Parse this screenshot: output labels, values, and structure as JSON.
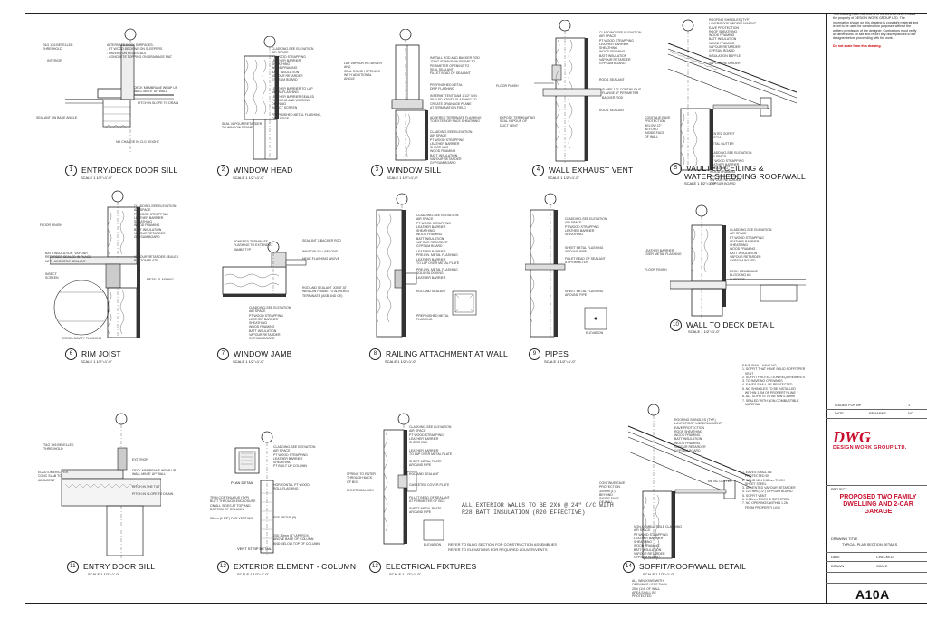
{
  "sheet": {
    "number": "A10A",
    "drawing_title": "TYPICAL PLAN SECTION DETAILS",
    "drawing_label": "DRAWING TITLE"
  },
  "details": [
    {
      "id": "entry-deck-door-sill",
      "num": "1",
      "title": "ENTRY/DECK DOOR SILL",
      "scale": "SCALE 1 1/2\"=1'-0\""
    },
    {
      "id": "window-head",
      "num": "2",
      "title": "WINDOW HEAD",
      "scale": "SCALE 1 1/2\"=1'-0\""
    },
    {
      "id": "window-sill",
      "num": "3",
      "title": "WINDOW SILL",
      "scale": "SCALE 1 1/2\"=1'-0\""
    },
    {
      "id": "wall-exhaust-vent",
      "num": "4",
      "title": "WALL EXHAUST VENT",
      "scale": "SCALE 1 1/2\"=1'-0\""
    },
    {
      "id": "vaulted-ceiling",
      "num": "5",
      "title": "VAULTED CEILING &",
      "title2": "WATER SHEDDING ROOF/WALL",
      "scale": "SCALE 1 1/2\"=1'-0\""
    },
    {
      "id": "rim-joist",
      "num": "6",
      "title": "RIM JOIST",
      "scale": "SCALE 1 1/2\"=1'-0\""
    },
    {
      "id": "window-jamb",
      "num": "7",
      "title": "WINDOW JAMB",
      "scale": "SCALE 1 1/2\"=1'-0\""
    },
    {
      "id": "railing-attachment",
      "num": "8",
      "title": "RAILING ATTACHMENT AT WALL",
      "scale": "SCALE 1 1/2\"=1'-0\""
    },
    {
      "id": "pipes",
      "num": "9",
      "title": "PIPES",
      "scale": "SCALE 1 1/2\"=1'-0\""
    },
    {
      "id": "wall-to-deck",
      "num": "10",
      "title": "WALL TO DECK DETAIL",
      "scale": "SCALE 1 1/2\"=1'-0\""
    },
    {
      "id": "entry-door-sill",
      "num": "11",
      "title": "ENTRY DOOR SILL",
      "scale": "SCALE 1 1/2\"=1'-0\""
    },
    {
      "id": "exterior-element-column",
      "num": "12",
      "title": "EXTERIOR ELEMENT - COLUMN",
      "scale": "SCALE 1 1/2\"=1'-0\""
    },
    {
      "id": "electrical-fixtures",
      "num": "13",
      "title": "ELECTRICAL FIXTURES",
      "scale": "SCALE 1 1/2\"=1'-0\""
    },
    {
      "id": "soffit-roof-wall",
      "num": "14",
      "title": "SOFFIT/ROOF/WALL DETAIL",
      "scale": "SCALE 1 1/2\"=1'-0\""
    }
  ],
  "sublabels": {
    "plan_detail": "PLAN DETAIL",
    "vent_strip_detail": "VENT STRIP DETAIL",
    "elevation": "ELEVATION",
    "interior": "INTERIOR",
    "exterior": "EXTERIOR",
    "floor_finish": "FLOOR FINISH"
  },
  "insulation_note": "ALL EXTERIOR WALLS TO BE 2X6 @ 24\" O/C WITH R28 BATT INSULATION (R20 EFFECTIVE)",
  "reference_notes": [
    "REFER TO BLDG SECTION FOR CONSTRUCTION ASSEMBLIES",
    "REFER TO ELEVATIONS FOR REQUIRED LOUVER/VENTS"
  ],
  "title_block": {
    "copyright_note": "This drawing is an instrument of the contract and remains the property of DESIGN WORK GROUP LTD. The information shown on this drawing is copyright material and is not to be used for construction purposes without the written permission of the designer. Contractors must verify all dimensions on site and report any discrepancies to the designer before proceeding with the work.",
    "warning": "Do not scale from this drawing.",
    "revisions_header": [
      "DATE",
      "REMARKS",
      "NO"
    ],
    "revision": {
      "label": "ISSUED FOR BP",
      "no": "1"
    },
    "firm_name": "DWG",
    "firm_subtitle": "DESIGN WORK GROUP LTD.",
    "project_label": "PROJECT",
    "project_title": "PROPOSED TWO FAMILY DWELLING AND 2-CAR GARAGE",
    "fields": [
      {
        "label": "DATE",
        "value": ""
      },
      {
        "label": "DRAWN",
        "value": ""
      },
      {
        "label": "CHECKED",
        "value": ""
      },
      {
        "label": "SCALE",
        "value": ""
      }
    ]
  },
  "colors": {
    "brand": "#c8102e",
    "line": "#222222"
  }
}
